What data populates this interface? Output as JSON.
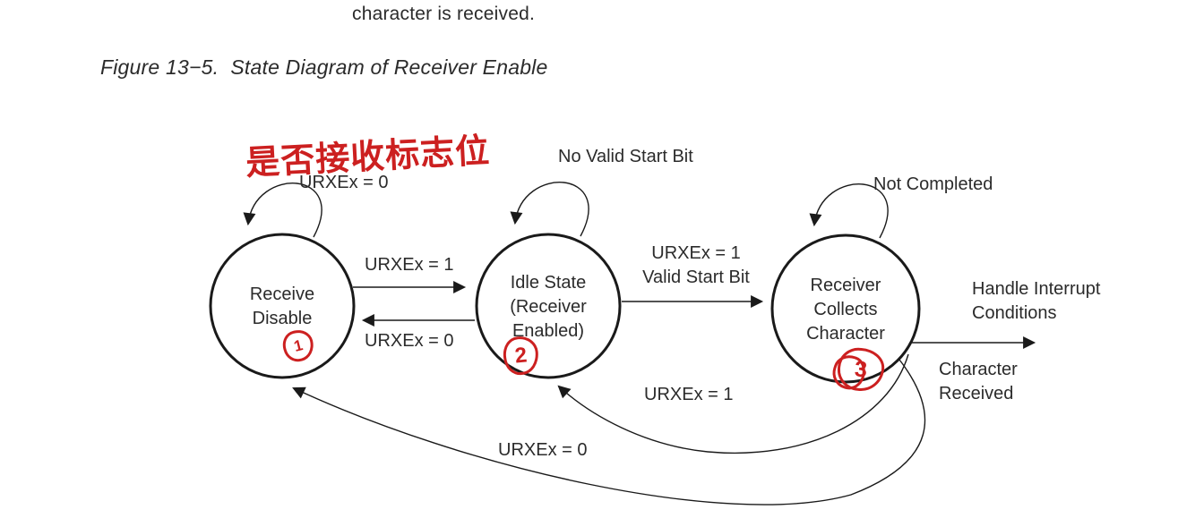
{
  "page": {
    "top_text": "character is received.",
    "figure_caption": "Figure 13−5.  State Diagram of Receiver Enable"
  },
  "annotations": {
    "handwriting": "是否接收标志位",
    "marks": [
      "1",
      "2",
      "3"
    ],
    "ink_color": "#cc2020"
  },
  "diagram": {
    "line_color": "#1a1a1a",
    "states": [
      {
        "id": "receive-disable",
        "lines": [
          "Receive",
          "Disable"
        ]
      },
      {
        "id": "idle-state",
        "lines": [
          "Idle State",
          "(Receiver",
          "Enabled)"
        ]
      },
      {
        "id": "receiver-collects-character",
        "lines": [
          "Receiver",
          "Collects",
          "Character"
        ]
      }
    ],
    "transitions": {
      "self_receive_disable": "URXEx = 0",
      "self_idle_state": "No Valid Start Bit",
      "self_receiver_collects": "Not Completed",
      "disable_to_idle": "URXEx = 1",
      "idle_to_disable": "URXEx = 0",
      "idle_to_collect_line1": "URXEx = 1",
      "idle_to_collect_line2": "Valid Start Bit",
      "collect_to_idle": "URXEx = 1",
      "collect_to_disable": "URXEx = 0",
      "exit_label_line1": "Handle Interrupt",
      "exit_label_line2": "Conditions",
      "exit_sub_line1": "Character",
      "exit_sub_line2": "Received"
    }
  }
}
